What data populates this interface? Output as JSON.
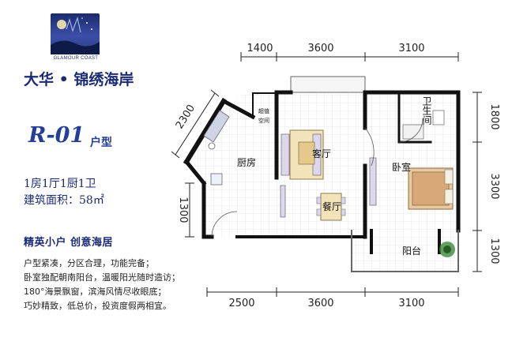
{
  "logo": {
    "icon": "coastal-night-logo",
    "subtitle": "GLAMOUR COAST"
  },
  "brand": {
    "title": "大华 • 锦绣海岸"
  },
  "unit": {
    "code": "R-01",
    "type_label": "户型"
  },
  "specs": {
    "layout": "1房1厅1厨1卫",
    "area": "建筑面积：58㎡"
  },
  "slogan": "精英小户 创意海居",
  "description": [
    "户型紧凑，分区合理，功能完备；",
    "卧室独配朝南阳台，温暖阳光随时造访；",
    "180°海景飘窗，滨海风情尽收眼底；",
    "巧妙精致，低总价，投资度假两相宜。"
  ],
  "dimensions": {
    "top": [
      "1400",
      "3600",
      "3100"
    ],
    "bottom": [
      "2500",
      "3600",
      "3100"
    ],
    "right": [
      "1800",
      "3300",
      "1300"
    ],
    "left_diag": "2300",
    "left_vert": "1300"
  },
  "rooms": {
    "living": "客厅",
    "kitchen": "厨房",
    "bedroom": "卧室",
    "dining": "餐厅",
    "bathroom": "卫生间",
    "balcony": "阳台",
    "pipe_line1": "超值",
    "pipe_line2": "空间"
  },
  "colors": {
    "brand_blue": "#1b2b73",
    "type_blue": "#253f95",
    "wall": "#111111",
    "floor_grid": "#e3e3e3"
  }
}
